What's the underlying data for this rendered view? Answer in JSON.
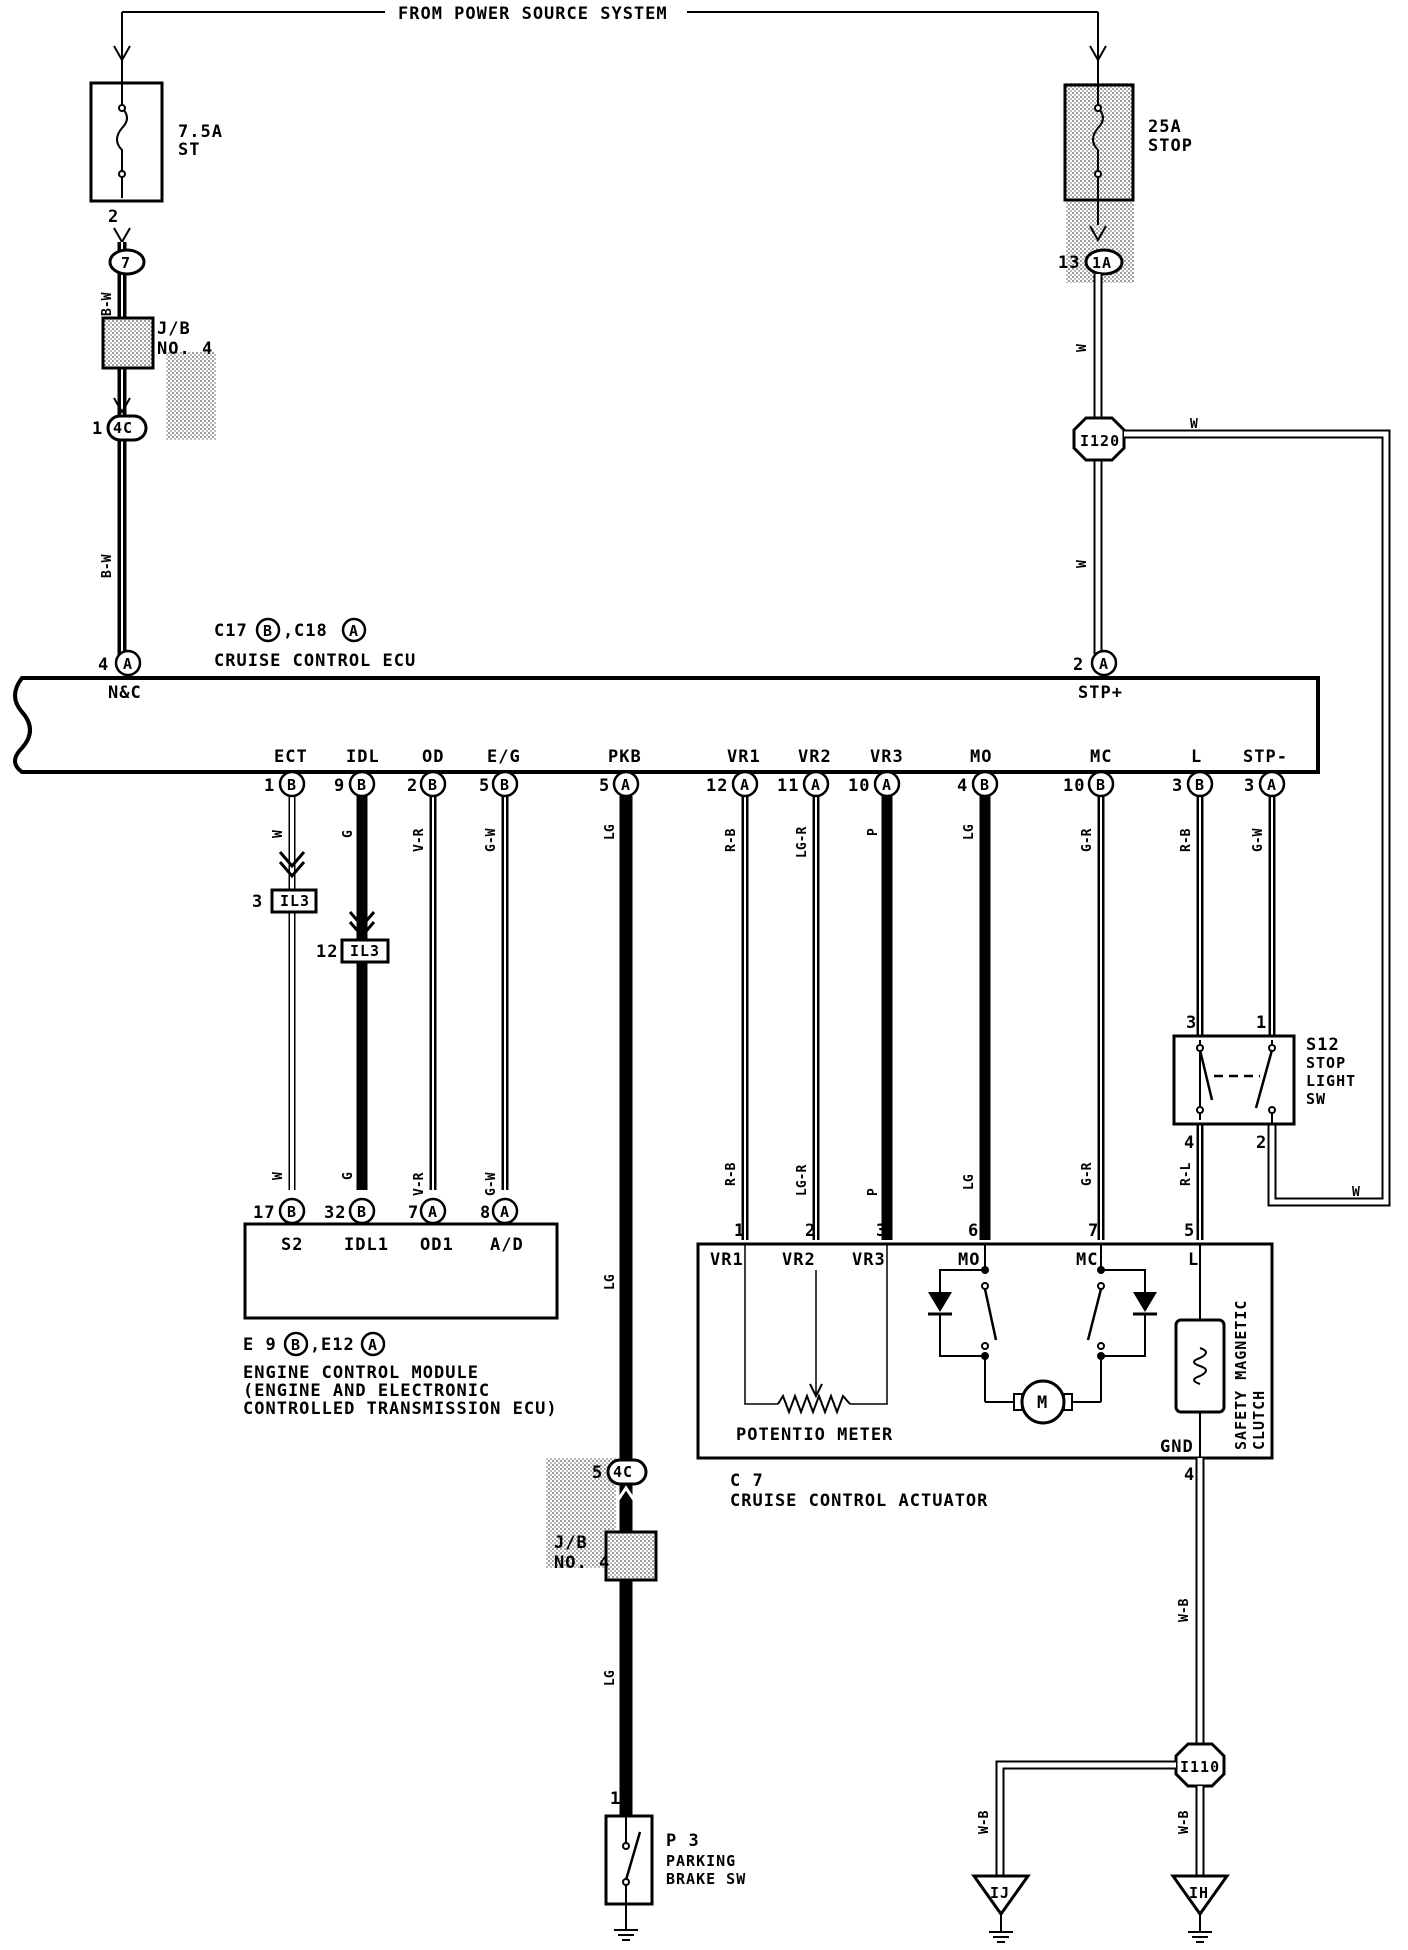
{
  "header": {
    "power_source": "FROM POWER SOURCE SYSTEM"
  },
  "fuses": {
    "st": {
      "rating": "7.5A",
      "name": "ST",
      "pin": "2"
    },
    "stop": {
      "rating": "25A",
      "name": "STOP",
      "pin": "13"
    }
  },
  "connectors": {
    "c7_top": "7",
    "jb4_label_1": "J/B",
    "jb4_label_2": "NO. 4",
    "c4c_pin": "1",
    "c4c": "4C",
    "c1a": "1A",
    "i120": "I120",
    "i110": "I110",
    "il3": "IL3",
    "il3_pin_a": "3",
    "il3_pin_b": "12",
    "c4c_pkb_pin": "5",
    "c4c_pkb": "4C",
    "jb4b_label_1": "J/B",
    "jb4b_label_2": "NO. 4"
  },
  "wire_colors": {
    "bw": "B-W",
    "w": "W",
    "g": "G",
    "vr": "V-R",
    "gw": "G-W",
    "lg": "LG",
    "rb": "R-B",
    "lgr": "LG-R",
    "p": "P",
    "gr": "G-R",
    "rl": "R-L",
    "wb": "W-B"
  },
  "ecu": {
    "title_c17": "C17",
    "title_b": "B",
    "title_sep": ",",
    "title_c18": "C18",
    "title_a": "A",
    "name": "CRUISE CONTROL ECU",
    "top_terminals": [
      {
        "pin": "4",
        "conn": "A",
        "label": "N&C"
      },
      {
        "pin": "2",
        "conn": "A",
        "label": "STP+"
      }
    ],
    "bottom_terminals": [
      {
        "label": "ECT",
        "pin": "1",
        "conn": "B"
      },
      {
        "label": "IDL",
        "pin": "9",
        "conn": "B"
      },
      {
        "label": "OD",
        "pin": "2",
        "conn": "B"
      },
      {
        "label": "E/G",
        "pin": "5",
        "conn": "B"
      },
      {
        "label": "PKB",
        "pin": "5",
        "conn": "A"
      },
      {
        "label": "VR1",
        "pin": "12",
        "conn": "A"
      },
      {
        "label": "VR2",
        "pin": "11",
        "conn": "A"
      },
      {
        "label": "VR3",
        "pin": "10",
        "conn": "A"
      },
      {
        "label": "MO",
        "pin": "4",
        "conn": "B"
      },
      {
        "label": "MC",
        "pin": "10",
        "conn": "B"
      },
      {
        "label": "L",
        "pin": "3",
        "conn": "B"
      },
      {
        "label": "STP-",
        "pin": "3",
        "conn": "A"
      }
    ]
  },
  "ecm": {
    "terminals": [
      {
        "label": "S2",
        "pin": "17",
        "conn": "B"
      },
      {
        "label": "IDL1",
        "pin": "32",
        "conn": "B"
      },
      {
        "label": "OD1",
        "pin": "7",
        "conn": "A"
      },
      {
        "label": "A/D",
        "pin": "8",
        "conn": "A"
      }
    ],
    "code_e9": "E 9",
    "code_b": "B",
    "code_sep": ",",
    "code_e12": "E12",
    "code_a": "A",
    "name_1": "ENGINE CONTROL MODULE",
    "name_2": "(ENGINE AND ELECTRONIC",
    "name_3": "CONTROLLED TRANSMISSION ECU)"
  },
  "actuator": {
    "terminals": [
      {
        "label": "VR1",
        "pin": "1"
      },
      {
        "label": "VR2",
        "pin": "2"
      },
      {
        "label": "VR3",
        "pin": "3"
      },
      {
        "label": "MO",
        "pin": "6"
      },
      {
        "label": "MC",
        "pin": "7"
      },
      {
        "label": "L",
        "pin": "5"
      }
    ],
    "potentiometer": "POTENTIO METER",
    "motor": "M",
    "clutch_1": "SAFETY MAGNETIC",
    "clutch_2": "CLUTCH",
    "gnd": "GND",
    "gnd_pin": "4",
    "code": "C 7",
    "name": "CRUISE CONTROL ACTUATOR"
  },
  "stop_switch": {
    "code": "S12",
    "name_1": "STOP",
    "name_2": "LIGHT",
    "name_3": "SW",
    "pin_3": "3",
    "pin_1": "1",
    "pin_4": "4",
    "pin_2": "2"
  },
  "parking_switch": {
    "pin": "1",
    "code": "P 3",
    "name_1": "PARKING",
    "name_2": "BRAKE SW"
  },
  "grounds": {
    "ij": "IJ",
    "ih": "IH"
  }
}
